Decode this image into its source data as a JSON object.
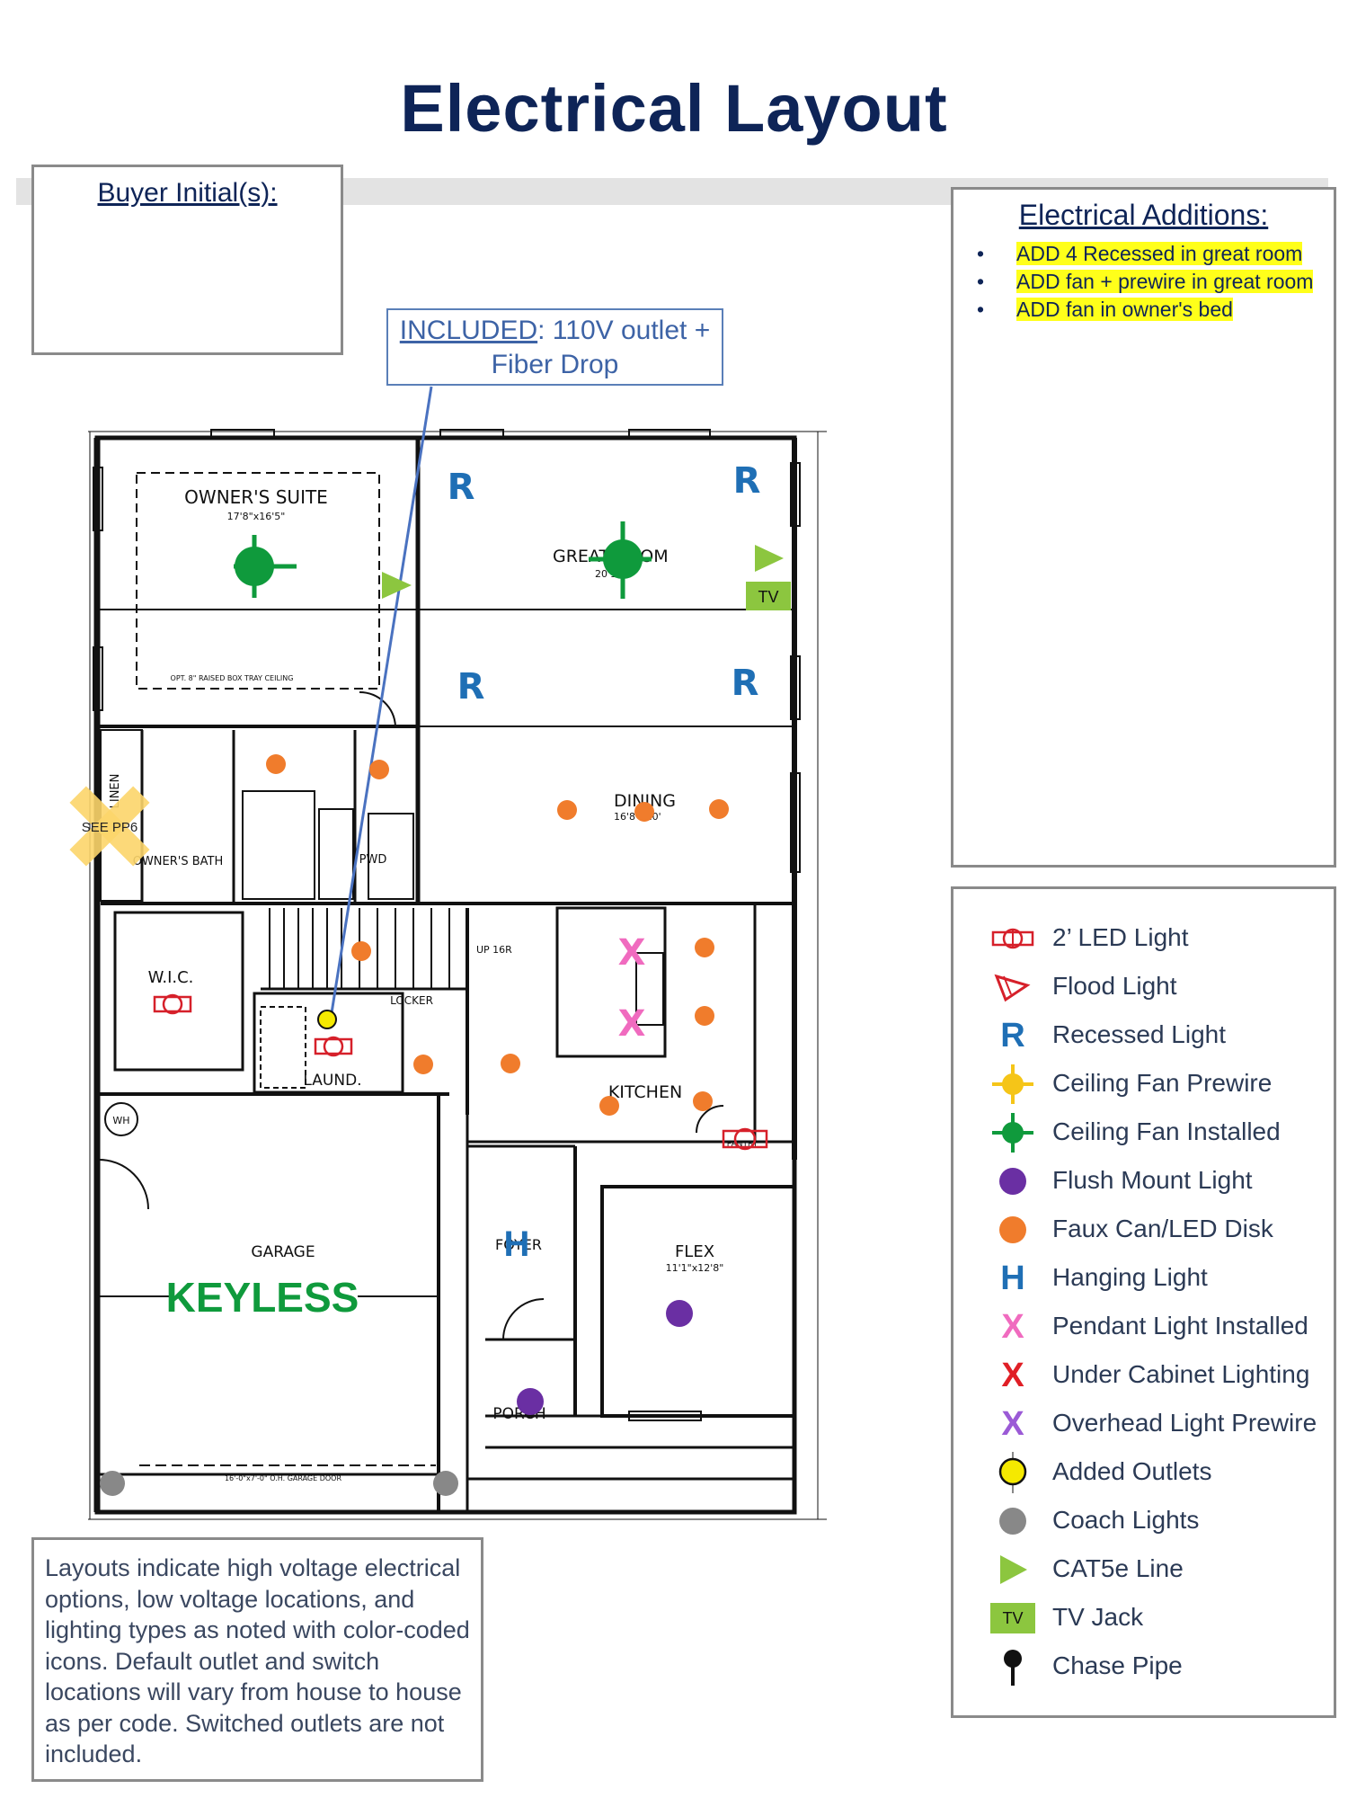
{
  "title": "Electrical Layout",
  "buyer_label": "Buyer Initial(s):",
  "included": {
    "label": "INCLUDED",
    "text_line1": ": 110V outlet +",
    "text_line2": "Fiber Drop"
  },
  "additions": {
    "heading": "Electrical Additions:",
    "items": [
      "ADD 4 Recessed in great room",
      "ADD fan + prewire in great room",
      "ADD fan in owner's bed"
    ]
  },
  "legend": [
    {
      "icon": "led-2ft-icon",
      "label": "2’ LED Light"
    },
    {
      "icon": "flood-light-icon",
      "label": "Flood Light"
    },
    {
      "icon": "recessed-light-icon",
      "label": "Recessed Light"
    },
    {
      "icon": "ceiling-fan-prewire-icon",
      "label": "Ceiling Fan Prewire"
    },
    {
      "icon": "ceiling-fan-installed-icon",
      "label": "Ceiling Fan Installed"
    },
    {
      "icon": "flush-mount-light-icon",
      "label": "Flush Mount Light"
    },
    {
      "icon": "faux-can-icon",
      "label": "Faux Can/LED Disk"
    },
    {
      "icon": "hanging-light-icon",
      "label": "Hanging Light"
    },
    {
      "icon": "pendant-light-icon",
      "label": "Pendant Light Installed"
    },
    {
      "icon": "under-cabinet-icon",
      "label": "Under Cabinet Lighting"
    },
    {
      "icon": "overhead-prewire-icon",
      "label": "Overhead Light Prewire"
    },
    {
      "icon": "added-outlet-icon",
      "label": "Added Outlets"
    },
    {
      "icon": "coach-light-icon",
      "label": "Coach Lights"
    },
    {
      "icon": "cat5e-icon",
      "label": "CAT5e Line"
    },
    {
      "icon": "tv-jack-icon",
      "label": "TV Jack"
    },
    {
      "icon": "chase-pipe-icon",
      "label": "Chase Pipe"
    }
  ],
  "legend_letters": {
    "recessed": "R",
    "hanging": "H",
    "pendant": "X",
    "under_cabinet": "X",
    "overhead": "X",
    "tv": "TV"
  },
  "note": "Layouts indicate high voltage electrical options, low voltage locations, and lighting types as noted with color-coded icons. Default outlet and switch locations will vary from house to house as per code. Switched outlets are not included.",
  "plan": {
    "rooms": {
      "owners_suite": "OWNER'S SUITE",
      "owners_suite_dim": "17'8\"x16'5\"",
      "great_room": "GREAT ROOM",
      "great_room_dim": "20'1\"",
      "dining": "DINING",
      "dining_dim": "16'8\"x10'",
      "owners_bath": "OWNER'S BATH",
      "wic": "W.I.C.",
      "laund": "LAUND.",
      "locker": "LOCKER",
      "pwd": "PWD",
      "linen": "LINEN",
      "kitchen": "KITCHEN",
      "garage": "GARAGE",
      "foyer": "FOYER",
      "flex": "FLEX",
      "flex_dim": "11'1\"x12'8\"",
      "porch": "PORCH",
      "wh": "WH",
      "up": "UP 16R",
      "pantry": "PANTRY",
      "tray": "OPT. 8\" RAISED BOX TRAY CEILING",
      "garage_door": "16'-0\"x7'-0\" O.H. GARAGE DOOR"
    },
    "keyless": "KEYLESS",
    "see_pp": "SEE PP6",
    "recessed_marks": [
      "R",
      "R",
      "R",
      "R"
    ],
    "pendant_marks": [
      "X",
      "X"
    ],
    "hanging_mark": "H",
    "tv_label": "TV",
    "colors": {
      "fan_installed": "#0f9a3c",
      "faux_can": "#f07c2c",
      "flush_mount": "#6a2fa3",
      "recessed": "#1f6fb5",
      "pendant": "#f06bbf",
      "under_cabinet": "#e01f26",
      "added_outlet": "#f5e900",
      "coach": "#888888",
      "cat5e": "#8cc63f",
      "prewire": "#f5c518",
      "led": "#d6202a",
      "overhead": "#9b5ad6",
      "see_pp": "#fcd56a"
    }
  }
}
